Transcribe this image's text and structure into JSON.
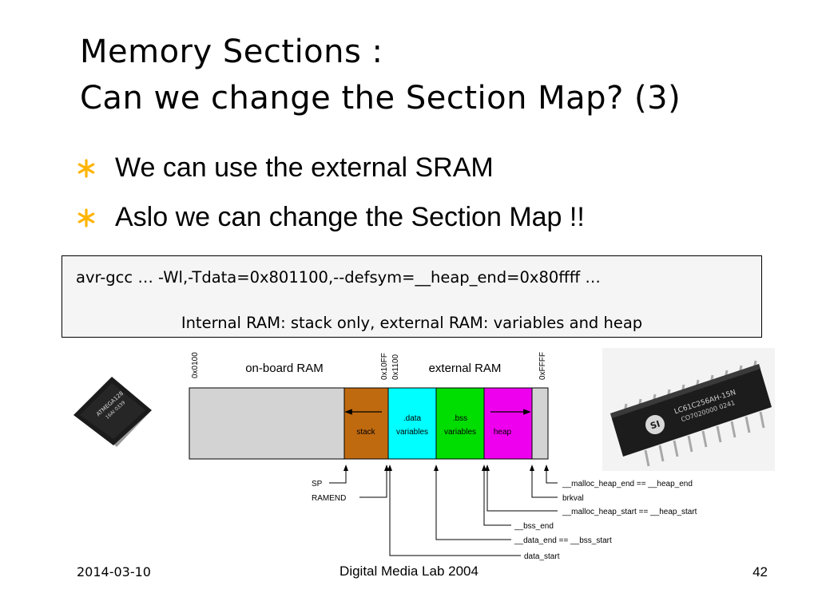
{
  "slide": {
    "title_line1": "Memory Sections :",
    "title_line2": "Can we change the Section Map? (3)",
    "bullets": [
      {
        "text": "We can use the external SRAM",
        "icon": "asterisk-bullet-icon"
      },
      {
        "text": "Aslo we can change the Section Map !!",
        "icon": "asterisk-bullet-icon"
      }
    ],
    "command": "avr-gcc … -Wl,-Tdata=0x801100,--defsym=__heap_end=0x80ffff …",
    "command_note": "Internal RAM: stack only, external RAM: variables and heap",
    "footer": {
      "date": "2014-03-10",
      "lab": "Digital Media Lab 2004",
      "page": "42"
    }
  },
  "memory_map": {
    "addresses": {
      "start": "0x0100",
      "internal_end": "0x10FF",
      "external_start": "0x1100",
      "end": "0xFFFF"
    },
    "regions": {
      "onboard": "on-board RAM",
      "external": "external RAM"
    },
    "segments": {
      "stack": {
        "line1": "",
        "line2": "stack",
        "color": "#c06a10"
      },
      "data": {
        "line1": ".data",
        "line2": "variables",
        "color": "#00ffff"
      },
      "bss": {
        "line1": ".bss",
        "line2": "variables",
        "color": "#00dd00"
      },
      "heap": {
        "line1": "",
        "line2": "heap",
        "color": "#ee00ee"
      }
    },
    "pointers_left": {
      "sp": "SP",
      "ramend": "RAMEND"
    },
    "pointers_right": {
      "malloc_heap_end": "__malloc_heap_end == __heap_end",
      "brkval": "brkval",
      "malloc_heap_start": "__malloc_heap_start == __heap_start",
      "bss_end": "__bss_end",
      "data_end": "__data_end == __bss_start",
      "data_start": "data_start"
    }
  },
  "chips": {
    "left_label_line1": "ATMEGA128",
    "left_label_line2": "16AI  0339",
    "right_label_line1": "LC61C256AH-15N",
    "right_label_line2": "CO7020000  0241"
  },
  "colors": {
    "bullet": "#ffb400",
    "background": "#ffffff",
    "onboard_gray": "#d3d3d3"
  }
}
